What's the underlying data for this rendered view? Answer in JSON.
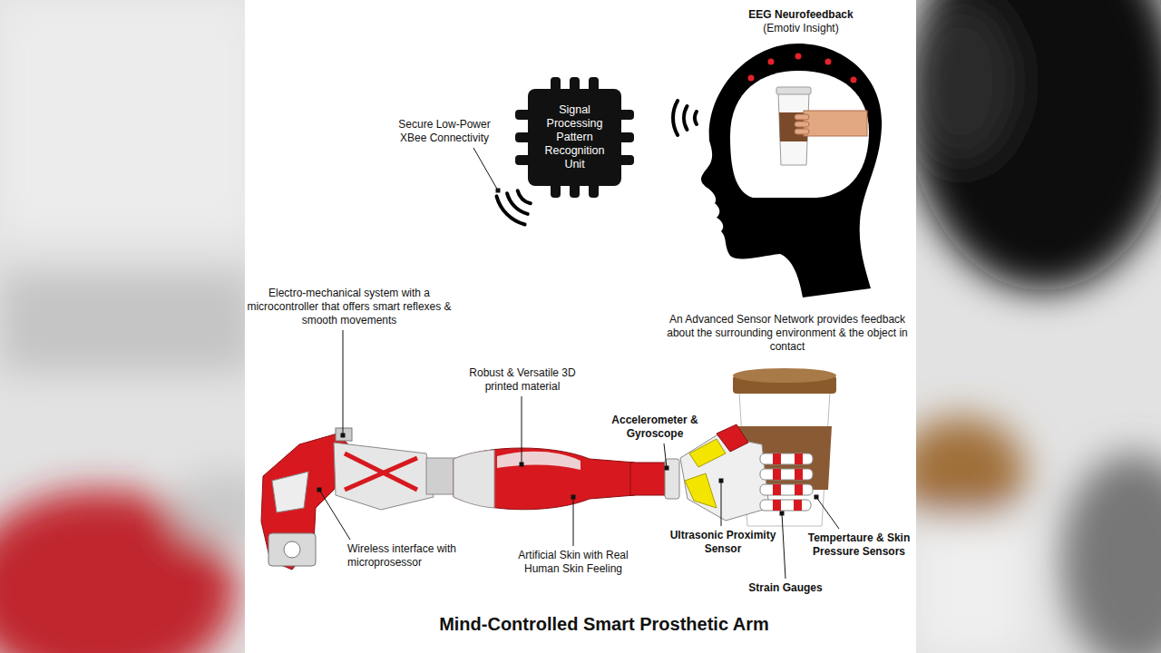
{
  "diagram": {
    "title": "Mind-Controlled Smart Prosthetic Arm",
    "nodes": [
      {
        "text": [
          "Signal Processing Pattern Recognition Unit"
        ]
      }
    ],
    "labels": [
      "EEG Neurofeedback",
      "(Emotiv Insight)",
      "Secure Low-Power XBee Connectivity",
      "Electro-mechanical system with a microcontroller that offers smart reflexes & smooth movements",
      "Robust & Versatile 3D printed material",
      "Accelerometer & Gyroscope",
      "An Advanced Sensor Network provides feedback about the surrounding environment & the object in contact",
      "Wireless interface with microprosessor",
      "Artificial Skin with Real Human Skin Feeling",
      "Ultrasonic Proximity Sensor",
      "Tempertaure & Skin Pressure Sensors",
      "Strain Gauges"
    ]
  }
}
